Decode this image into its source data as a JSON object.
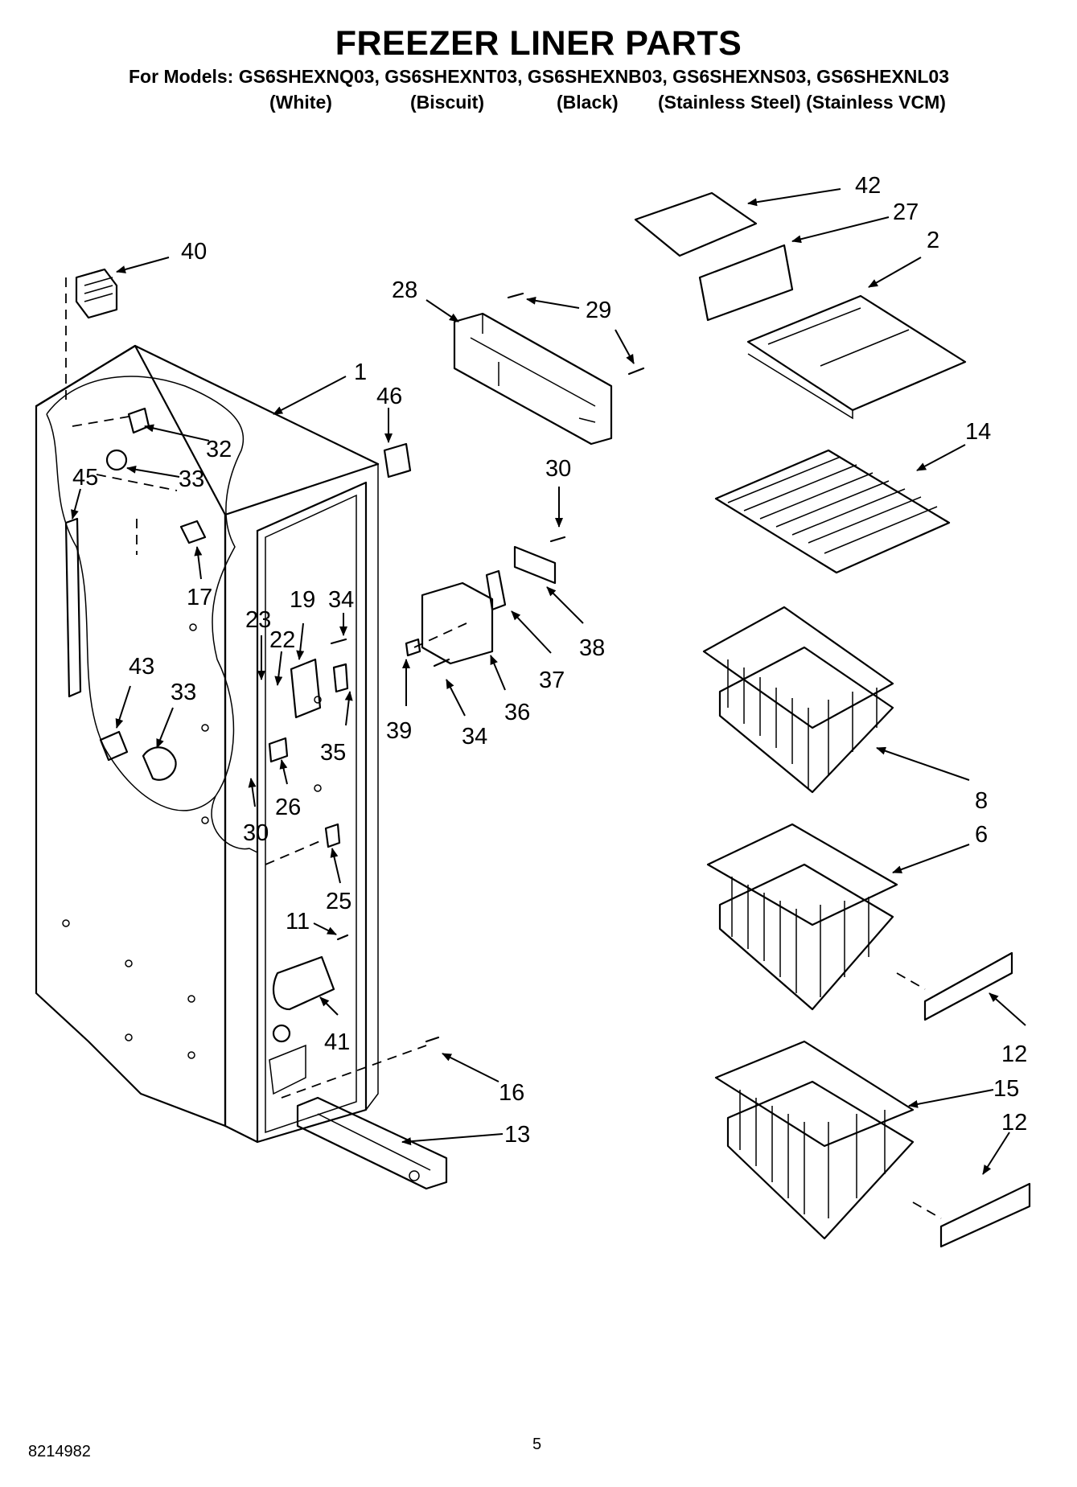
{
  "header": {
    "title": "FREEZER LINER PARTS",
    "models": "For Models: GS6SHEXNQ03, GS6SHEXNT03, GS6SHEXNB03, GS6SHEXNS03, GS6SHEXNL03",
    "finishes": [
      "(White)",
      "(Biscuit)",
      "(Black)",
      "(Stainless Steel) (Stainless VCM)"
    ]
  },
  "footer": {
    "doc_number": "8214982",
    "page_number": "5"
  },
  "callouts": [
    "40",
    "1",
    "46",
    "32",
    "33",
    "45",
    "17",
    "43",
    "33",
    "28",
    "29",
    "42",
    "27",
    "2",
    "14",
    "30",
    "19",
    "34",
    "23",
    "22",
    "38",
    "37",
    "36",
    "39",
    "34",
    "35",
    "26",
    "30",
    "25",
    "11",
    "41",
    "8",
    "6",
    "12",
    "15",
    "16",
    "13",
    "12"
  ]
}
